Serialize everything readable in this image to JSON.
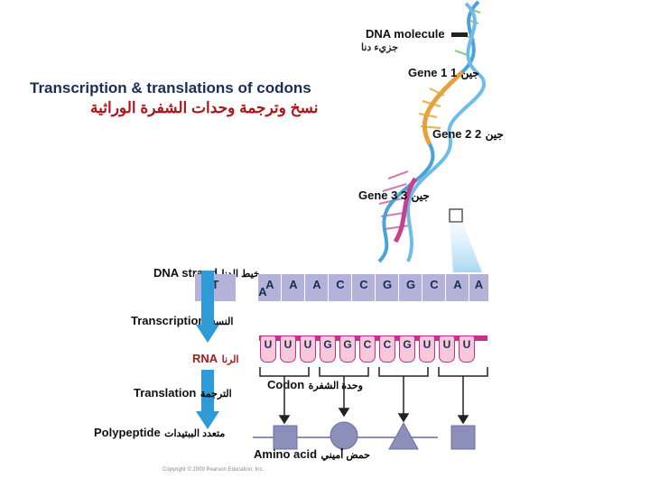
{
  "labels": {
    "dna_molecule": "DNA molecule",
    "dna_molecule_ar": "جزيء دنا",
    "gene1": "Gene 1 1",
    "gene1_ar": "جين",
    "gene2": "Gene 2 2",
    "gene2_ar": "جين",
    "gene3": "Gene 3 3",
    "gene3_ar": "جين",
    "title_en": "Transcription & translations of codons",
    "title_ar": "نسخ وترجمة وحدات الشفرة الوراثية",
    "dna_strand": "DNA strand",
    "dna_strand_ar": "خيط الدنا",
    "transcription": "Transcription",
    "transcription_ar": "النسخ",
    "rna": "RNA",
    "rna_ar": "الرنا",
    "translation": "Translation",
    "translation_ar": "الترجمة",
    "codon": "Codon",
    "codon_ar": "وحدة الشفرة",
    "polypeptide": "Polypeptide",
    "polypeptide_ar": "متعدد الببتيدات",
    "amino_acid": "Amino acid",
    "amino_acid_ar": "حمض أميني",
    "copyright": "Copyright © 2009 Pearson Education, Inc."
  },
  "dna_bases": [
    "T",
    "A",
    "A",
    "A",
    "C",
    "C",
    "G",
    "G",
    "C",
    "A",
    "A",
    "A"
  ],
  "rna_bases": [
    "U",
    "U",
    "U",
    "G",
    "G",
    "C",
    "C",
    "G",
    "U",
    "U",
    "U"
  ],
  "colors": {
    "title_en": "#1a2d57",
    "title_ar": "#b0151a",
    "arrow": "#2f9ad8",
    "dna_strand": "#b5b2da",
    "rna_box": "#f7c8da",
    "amino_acid": "#8c8fba"
  }
}
